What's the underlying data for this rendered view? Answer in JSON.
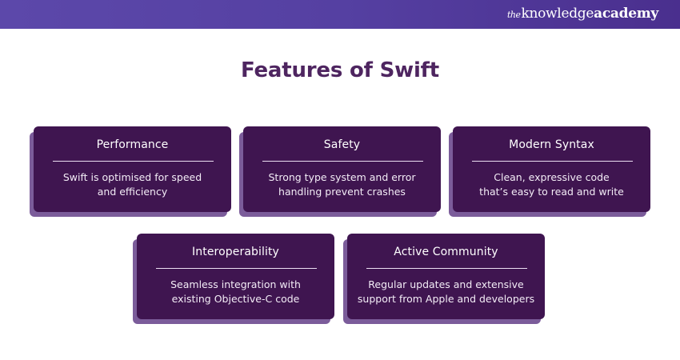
{
  "header": {
    "brand_prefix": "the",
    "brand_mid": "knowledge",
    "brand_suffix": "academy",
    "gradient_start": "#5c48aa",
    "gradient_end": "#4a2f8e"
  },
  "title": "Features of Swift",
  "colors": {
    "title": "#4e2560",
    "card_bg": "#3f1550",
    "card_shadow": "#7b5c9a",
    "card_text": "#ffffff"
  },
  "cards": [
    {
      "title": "Performance",
      "line1": "Swift is optimised for speed",
      "line2": "and efficiency"
    },
    {
      "title": "Safety",
      "line1": "Strong type system and error",
      "line2": "handling prevent crashes"
    },
    {
      "title": "Modern Syntax",
      "line1": "Clean, expressive code",
      "line2": "that’s easy to read and write"
    },
    {
      "title": "Interoperability",
      "line1": "Seamless integration with",
      "line2": "existing Objective-C code"
    },
    {
      "title": "Active Community",
      "line1": "Regular updates and extensive",
      "line2": "support from Apple and developers"
    }
  ]
}
